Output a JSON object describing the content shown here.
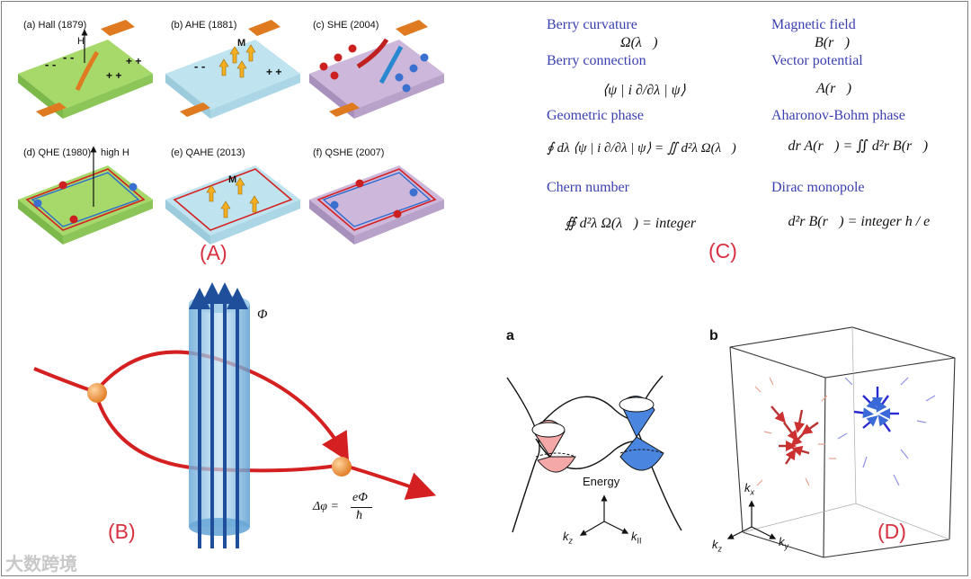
{
  "panel_a": {
    "labels": [
      "(a) Hall (1879)",
      "(b) AHE (1881)",
      "(c) SHE (2004)",
      "(d) QHE (1980)",
      "(e) QAHE (2013)",
      "(f) QSHE (2007)"
    ],
    "h_label": "H",
    "m_label": "M",
    "high_h": "high H",
    "caption": "(A)"
  },
  "panel_b": {
    "flux_label": "Φ",
    "phase_formula_lhs": "Δφ =",
    "phase_formula_num": "eΦ",
    "phase_formula_den": "ħ",
    "caption": "(B)"
  },
  "panel_c": {
    "left": [
      {
        "title": "Berry curvature",
        "formula": "Ω(λ⃗)"
      },
      {
        "title": "Berry connection",
        "formula": "⟨ψ | i ∂/∂λ | ψ⟩"
      },
      {
        "title": "Geometric phase",
        "formula": "∮ dλ ⟨ψ | i ∂/∂λ | ψ⟩ = ∬ d²λ  Ω(λ⃗)"
      },
      {
        "title": "Chern number",
        "formula": "∯ d²λ  Ω(λ⃗) = integer"
      }
    ],
    "right": [
      {
        "title": "Magnetic field",
        "formula": "B(r⃗)"
      },
      {
        "title": "Vector potential",
        "formula": "A(r⃗)"
      },
      {
        "title": "Aharonov-Bohm phase",
        "formula": "∮ dr A(r⃗) = ∬ d²r B(r⃗)"
      },
      {
        "title": "Dirac monopole",
        "formula": "∯ d²r  B(r⃗) = integer h / e"
      }
    ],
    "caption": "(C)"
  },
  "panel_d": {
    "sub_a": "a",
    "sub_b": "b",
    "energy_label": "Energy",
    "axis_kz": "k",
    "axis_kz_sub": "z",
    "axis_kpar": "k",
    "axis_kpar_sub": "II",
    "axis_kx": "k",
    "axis_kx_sub": "x",
    "axis_ky": "k",
    "axis_ky_sub": "y",
    "axis_kz2": "k",
    "axis_kz2_sub": "z",
    "caption": "(D)"
  },
  "watermark": "大数跨境",
  "colors": {
    "green_slab": "#a6d86a",
    "blue_slab": "#bfe3ef",
    "purple_slab": "#cdb7da",
    "caption_red": "#d83040",
    "formula_blue": "#3a3fb0",
    "path_red": "#d42020",
    "cylinder": "#7fb9e0",
    "cone_pink": "#f4a9a8",
    "cone_blue": "#4a86e0"
  }
}
